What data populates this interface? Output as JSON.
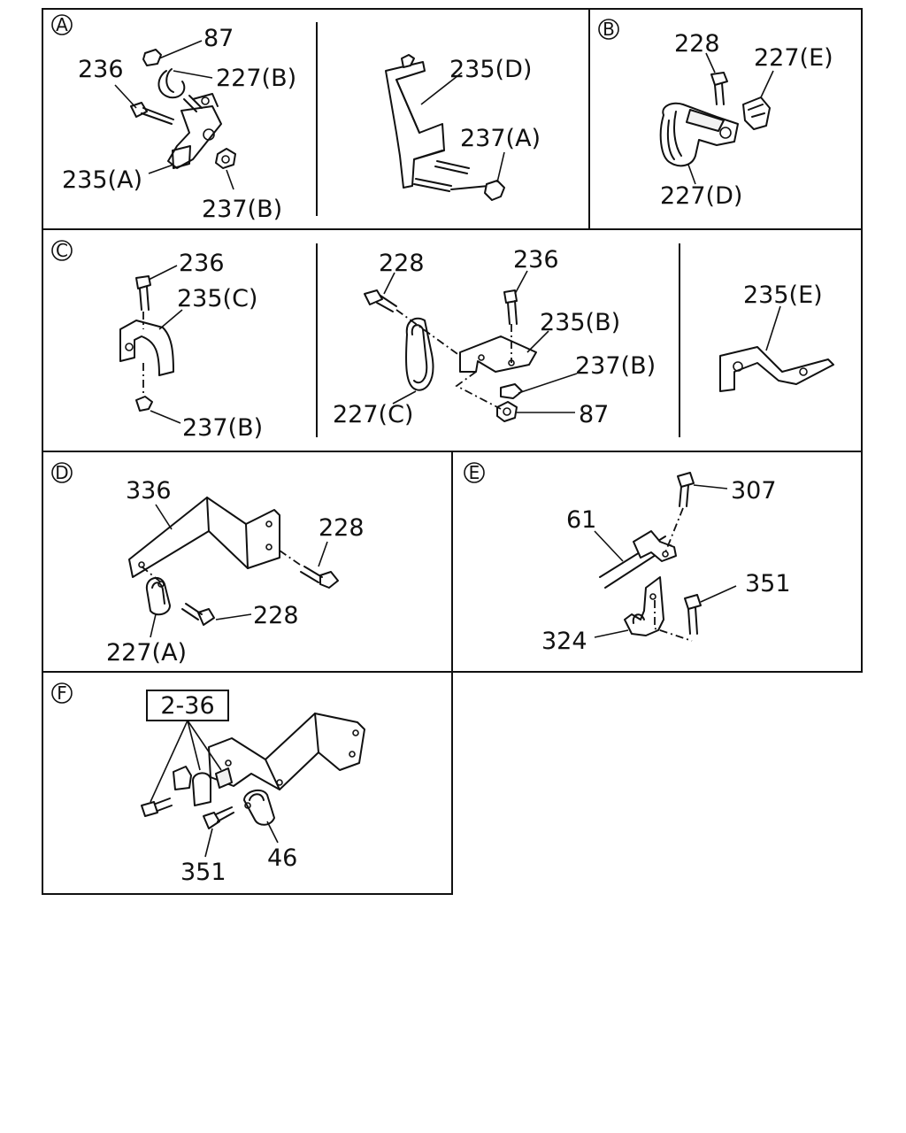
{
  "sections": {
    "A": {
      "letter": "A",
      "labels": [
        "87",
        "236",
        "227(B)",
        "235(A)",
        "237(B)",
        "235(D)",
        "237(A)"
      ]
    },
    "B": {
      "letter": "B",
      "labels": [
        "228",
        "227(E)",
        "227(D)"
      ]
    },
    "C": {
      "letter": "C",
      "labels": [
        "236",
        "235(C)",
        "237(B)",
        "228",
        "236",
        "235(B)",
        "237(B)",
        "227(C)",
        "87",
        "235(E)"
      ]
    },
    "D": {
      "letter": "D",
      "labels": [
        "336",
        "228",
        "228",
        "227(A)"
      ]
    },
    "E": {
      "letter": "E",
      "labels": [
        "307",
        "61",
        "351",
        "324"
      ]
    },
    "F": {
      "letter": "F",
      "ref_box": "2-36",
      "labels": [
        "351",
        "46"
      ]
    }
  }
}
